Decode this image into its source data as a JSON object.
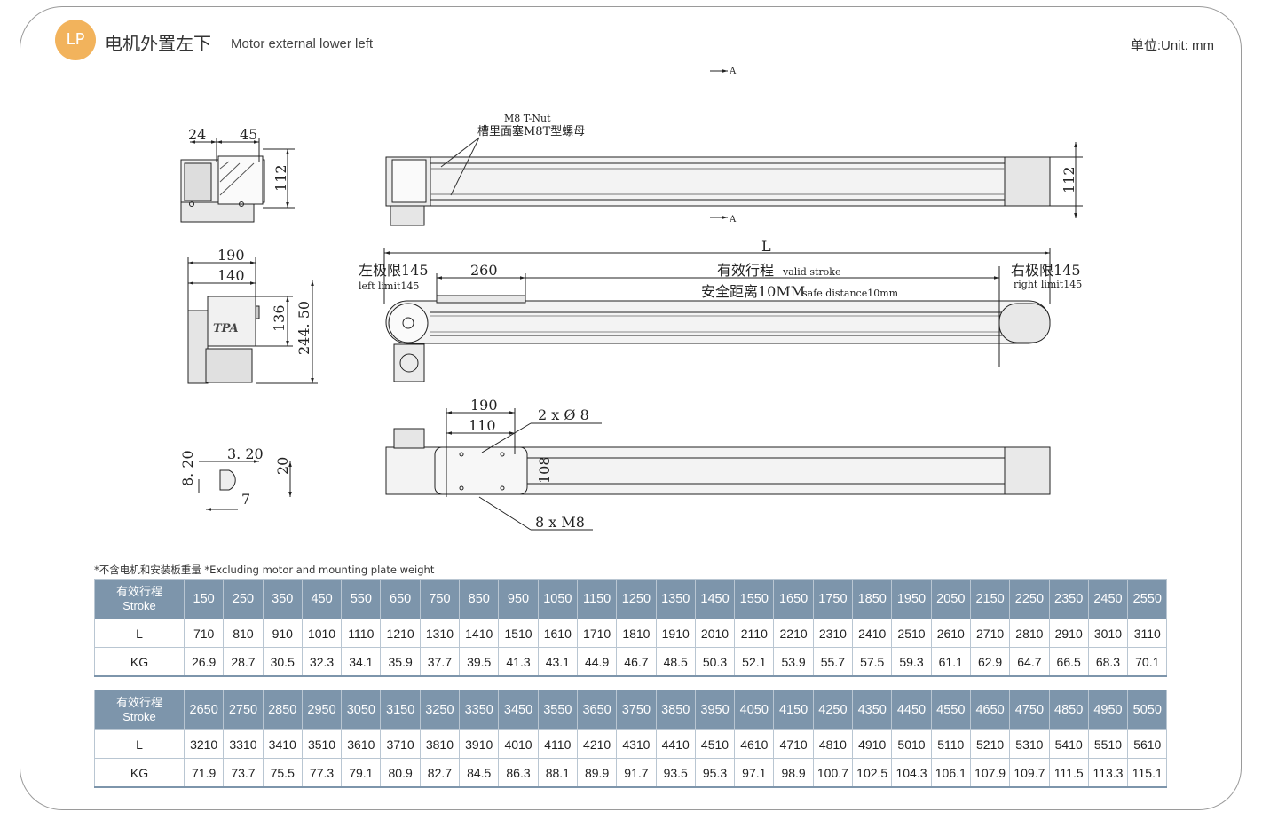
{
  "header": {
    "badge": "LP",
    "title_cn": "电机外置左下",
    "title_en": "Motor external  lower left",
    "unit": "单位:Unit: mm"
  },
  "drawing": {
    "side_view": {
      "dim_24": "24",
      "dim_45": "45",
      "dim_112": "112"
    },
    "top_view": {
      "section_label": "A",
      "tnut_en": "M8 T-Nut",
      "tnut_cn": "槽里面塞M8T型螺母",
      "dim_112": "112"
    },
    "end_view": {
      "dim_190": "190",
      "dim_140": "140",
      "dim_136": "136",
      "dim_244": "244. 50",
      "brand": "TPA"
    },
    "front_view": {
      "dim_L": "L",
      "left_limit_cn": "左极限145",
      "left_limit_en": "left limit145",
      "dim_260": "260",
      "stroke_cn": "有效行程",
      "stroke_en": "valid stroke",
      "safe_cn": "安全距离10MM",
      "safe_en": "safe distance10mm",
      "right_limit_cn": "右极限145",
      "right_limit_en": "right limit145"
    },
    "bottom_view": {
      "dim_190": "190",
      "dim_110": "110",
      "hole_label": "2  x  Ø  8",
      "dim_108": "108",
      "screw_label": "8  x   M8"
    },
    "profile_detail": {
      "dim_320": "3. 20",
      "dim_820": "8. 20",
      "dim_20": "20",
      "dim_7": "7"
    }
  },
  "table_note": "*不含电机和安装板重量  *Excluding motor and mounting plate weight",
  "tables": [
    {
      "label_cn": "有效行程",
      "label_en": "Stroke",
      "row_L": "L",
      "row_KG": "KG",
      "stroke": [
        "150",
        "250",
        "350",
        "450",
        "550",
        "650",
        "750",
        "850",
        "950",
        "1050",
        "1150",
        "1250",
        "1350",
        "1450",
        "1550",
        "1650",
        "1750",
        "1850",
        "1950",
        "2050",
        "2150",
        "2250",
        "2350",
        "2450",
        "2550"
      ],
      "L": [
        "710",
        "810",
        "910",
        "1010",
        "1110",
        "1210",
        "1310",
        "1410",
        "1510",
        "1610",
        "1710",
        "1810",
        "1910",
        "2010",
        "2110",
        "2210",
        "2310",
        "2410",
        "2510",
        "2610",
        "2710",
        "2810",
        "2910",
        "3010",
        "3110"
      ],
      "KG": [
        "26.9",
        "28.7",
        "30.5",
        "32.3",
        "34.1",
        "35.9",
        "37.7",
        "39.5",
        "41.3",
        "43.1",
        "44.9",
        "46.7",
        "48.5",
        "50.3",
        "52.1",
        "53.9",
        "55.7",
        "57.5",
        "59.3",
        "61.1",
        "62.9",
        "64.7",
        "66.5",
        "68.3",
        "70.1"
      ]
    },
    {
      "label_cn": "有效行程",
      "label_en": "Stroke",
      "row_L": "L",
      "row_KG": "KG",
      "stroke": [
        "2650",
        "2750",
        "2850",
        "2950",
        "3050",
        "3150",
        "3250",
        "3350",
        "3450",
        "3550",
        "3650",
        "3750",
        "3850",
        "3950",
        "4050",
        "4150",
        "4250",
        "4350",
        "4450",
        "4550",
        "4650",
        "4750",
        "4850",
        "4950",
        "5050"
      ],
      "L": [
        "3210",
        "3310",
        "3410",
        "3510",
        "3610",
        "3710",
        "3810",
        "3910",
        "4010",
        "4110",
        "4210",
        "4310",
        "4410",
        "4510",
        "4610",
        "4710",
        "4810",
        "4910",
        "5010",
        "5110",
        "5210",
        "5310",
        "5410",
        "5510",
        "5610"
      ],
      "KG": [
        "71.9",
        "73.7",
        "75.5",
        "77.3",
        "79.1",
        "80.9",
        "82.7",
        "84.5",
        "86.3",
        "88.1",
        "89.9",
        "91.7",
        "93.5",
        "95.3",
        "97.1",
        "98.9",
        "100.7",
        "102.5",
        "104.3",
        "106.1",
        "107.9",
        "109.7",
        "111.5",
        "113.3",
        "115.1"
      ]
    }
  ]
}
